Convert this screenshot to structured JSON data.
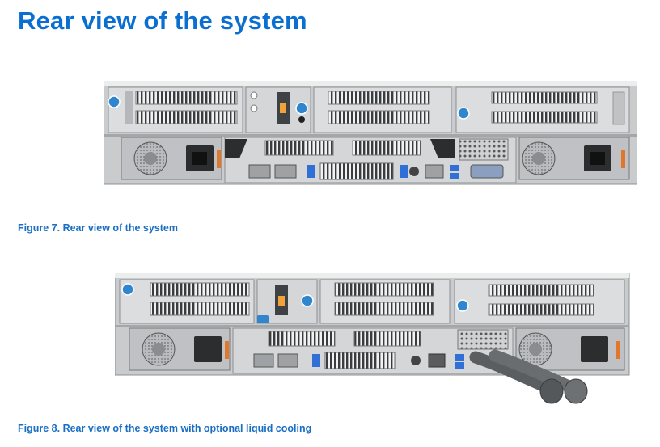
{
  "page": {
    "title": "Rear view of the system"
  },
  "figures": [
    {
      "caption": "Figure 7. Rear view of the system"
    },
    {
      "caption": "Figure 8. Rear view of the system with optional liquid cooling"
    }
  ],
  "colors": {
    "heading": "#0a6fd1",
    "caption": "#1a6fc4",
    "chassis": "#d9dadc",
    "chassis_dark": "#9ea1a5",
    "touchpoint_blue": "#2f86cf",
    "touchpoint_orange": "#e0772a",
    "port_blue": "#2f6fd6",
    "cooling_hose": "#6a6d70"
  }
}
